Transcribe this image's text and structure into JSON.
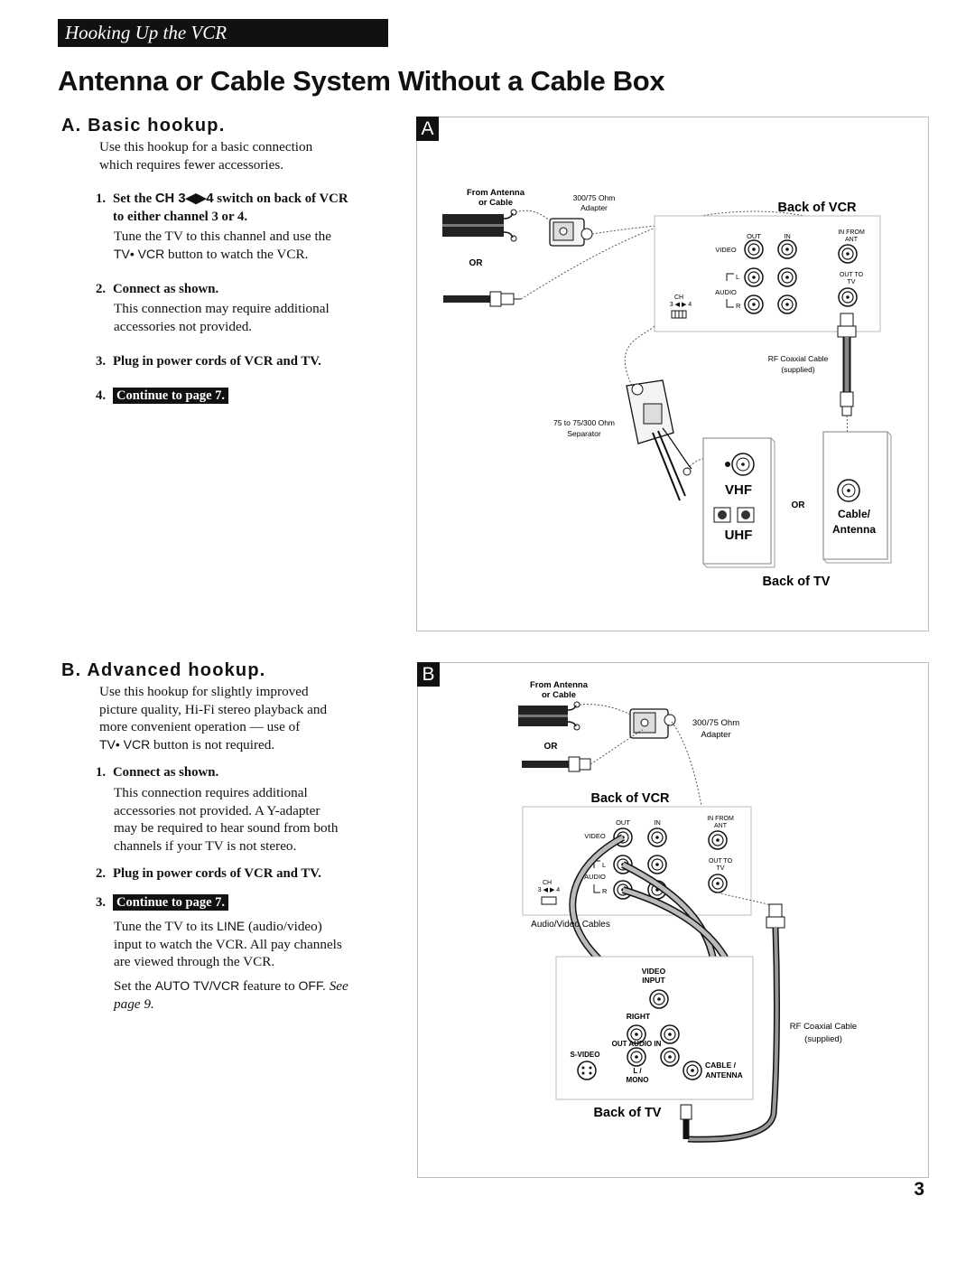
{
  "header": {
    "section_label": "Hooking Up the VCR"
  },
  "page_title": "Antenna or Cable System Without a Cable Box",
  "section_a": {
    "title": "A.  Basic hookup.",
    "intro_line1": "Use this hookup for a basic connection",
    "intro_line2": "which requires fewer accessories.",
    "step1_num": "1.",
    "step1_pre": "Set the ",
    "step1_ch": "CH 3◀▶4",
    "step1_post": " switch on back of VCR",
    "step1_line2": "to either channel 3 or 4.",
    "step1_detail_line1": "Tune the TV to this channel and use the",
    "step1_detail_line2_button": "TV• VCR",
    "step1_detail_line2_rest": " button to watch the VCR.",
    "step2_num": "2.",
    "step2": "Connect as shown.",
    "step2_detail_line1": "This connection may require additional",
    "step2_detail_line2": "accessories not provided.",
    "step3_num": "3.",
    "step3": "Plug in power cords of VCR and TV.",
    "step4_num": "4.",
    "step4_link": "Continue to page 7."
  },
  "section_b": {
    "title": "B.  Advanced hookup.",
    "intro_line1": "Use this hookup for slightly improved",
    "intro_line2": "picture quality, Hi-Fi stereo playback and",
    "intro_line3": "more convenient operation — use of",
    "intro_line4_button": "TV• VCR",
    "intro_line4_rest": " button is not required.",
    "step1_num": "1.",
    "step1": "Connect as shown.",
    "step1_detail_line1": "This connection requires additional",
    "step1_detail_line2": "accessories not provided. A Y-adapter",
    "step1_detail_line3": "may be required to hear sound from both",
    "step1_detail_line4": "channels if your TV is not stereo.",
    "step2_num": "2.",
    "step2": "Plug in power cords of VCR and TV.",
    "step3_num": "3.",
    "step3_link": "Continue to page 7.",
    "tune_line1_pre": "Tune the TV to its ",
    "tune_line1_line": "LINE",
    "tune_line1_post": " (audio/video)",
    "tune_line2": "input to watch the VCR. All pay channels",
    "tune_line3": "are viewed through the VCR.",
    "auto_pre": "Set the ",
    "auto_feature": "AUTO TV/VCR",
    "auto_mid": " feature to ",
    "auto_off": "OFF.",
    "auto_see": " See",
    "auto_page": "page 9."
  },
  "diagram_a": {
    "label": "A",
    "from_antenna": "From Antenna",
    "or_cable": "or Cable",
    "adapter_ohm": "300/75 Ohm",
    "adapter": "Adapter",
    "or": "OR",
    "back_of_vcr": "Back of VCR",
    "out": "OUT",
    "in": "IN",
    "video": "VIDEO",
    "l": "L",
    "r": "R",
    "audio": "AUDIO",
    "ch": "CH",
    "ch_switch": "3 ◀ ▶ 4",
    "in_from": "IN FROM",
    "ant": "ANT",
    "out_to": "OUT TO",
    "tv": "TV",
    "rf_cable": "RF Coaxial Cable",
    "supplied": "(supplied)",
    "separator_ohm": "75 to 75/300 Ohm",
    "separator": "Separator",
    "vhf": "VHF",
    "uhf": "UHF",
    "or2": "OR",
    "cable_slash": "Cable/",
    "antenna": "Antenna",
    "back_of_tv": "Back of TV"
  },
  "diagram_b": {
    "label": "B",
    "from_antenna": "From Antenna",
    "or_cable": "or Cable",
    "adapter_ohm": "300/75 Ohm",
    "adapter": "Adapter",
    "or": "OR",
    "back_of_vcr": "Back of VCR",
    "out": "OUT",
    "in": "IN",
    "video": "VIDEO",
    "l": "L",
    "r": "R",
    "audio": "AUDIO",
    "ch": "CH",
    "ch_switch": "3 ◀ ▶ 4",
    "in_from": "IN FROM",
    "ant": "ANT",
    "out_to": "OUT TO",
    "tv": "TV",
    "av_cables": "Audio/Video Cables",
    "video_input_1": "VIDEO",
    "video_input_2": "INPUT",
    "right": "RIGHT",
    "out_audio_in": "OUT  AUDIO   IN",
    "s_video": "S-VIDEO",
    "l_slash": "L /",
    "mono": "MONO",
    "cable_slash": "CABLE /",
    "antenna": "ANTENNA",
    "rf_cable": "RF Coaxial Cable",
    "supplied": "(supplied)",
    "back_of_tv": "Back of TV"
  },
  "page_number": "3"
}
